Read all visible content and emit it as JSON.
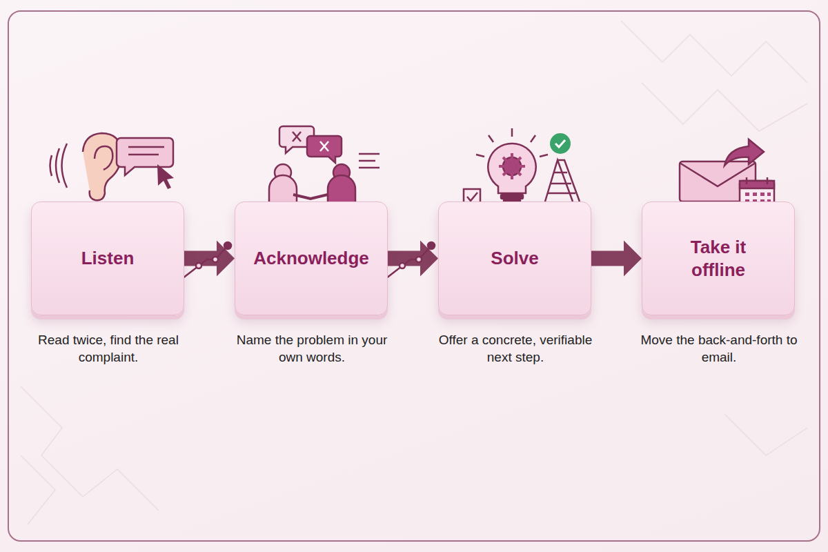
{
  "diagram": {
    "nodes": [
      {
        "text": [
          "Listen",
          "Read twice, find the real complaint."
        ]
      },
      {
        "text": [
          "Acknowledge",
          "Name the problem in your own words."
        ]
      },
      {
        "text": [
          "Solve",
          "Offer a concrete, verifiable next step."
        ]
      },
      {
        "text": [
          "Take it offline",
          "Move the back-and-forth to email."
        ]
      }
    ],
    "edges": [
      {
        "from": 0,
        "to": 1,
        "arrow": "to"
      },
      {
        "from": 1,
        "to": 2,
        "arrow": "to"
      },
      {
        "from": 2,
        "to": 3,
        "arrow": "to"
      }
    ]
  }
}
